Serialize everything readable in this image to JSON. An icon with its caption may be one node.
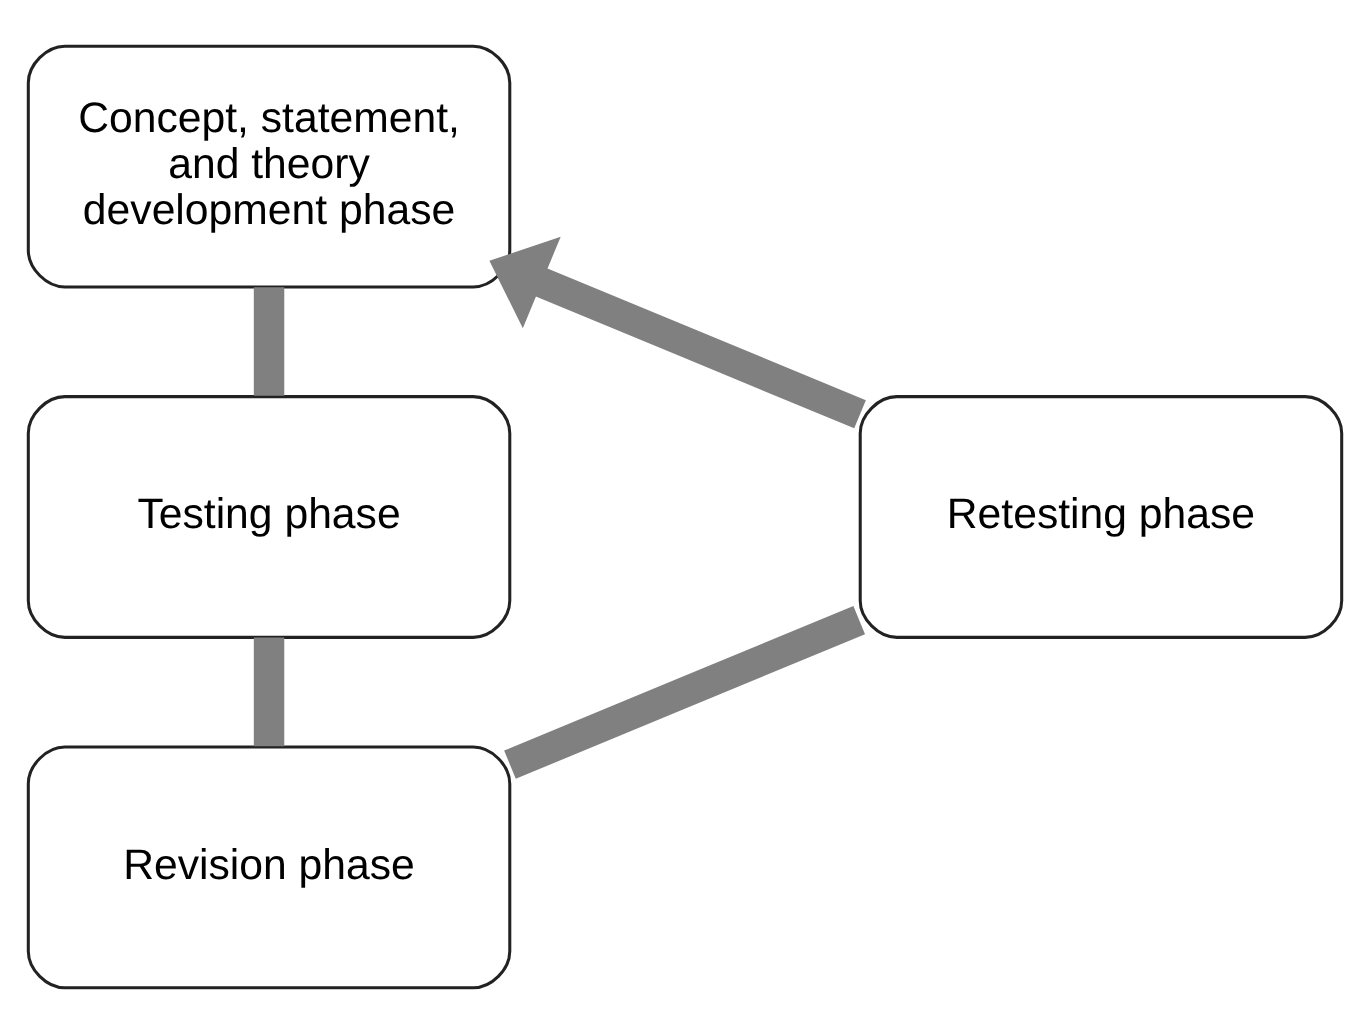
{
  "diagram": {
    "nodes": [
      {
        "text": [
          "Concept, statement, and theory development phase"
        ]
      },
      {
        "text": [
          "Testing phase"
        ]
      },
      {
        "text": [
          "Revision phase"
        ]
      },
      {
        "text": [
          "Retesting phase"
        ]
      }
    ],
    "edges": [
      {
        "from": 0,
        "to": 1,
        "arrow": "none"
      },
      {
        "from": 1,
        "to": 2,
        "arrow": "none"
      },
      {
        "from": 2,
        "to": 3,
        "arrow": "none"
      },
      {
        "from": 3,
        "to": 0,
        "arrow": "to"
      }
    ]
  }
}
